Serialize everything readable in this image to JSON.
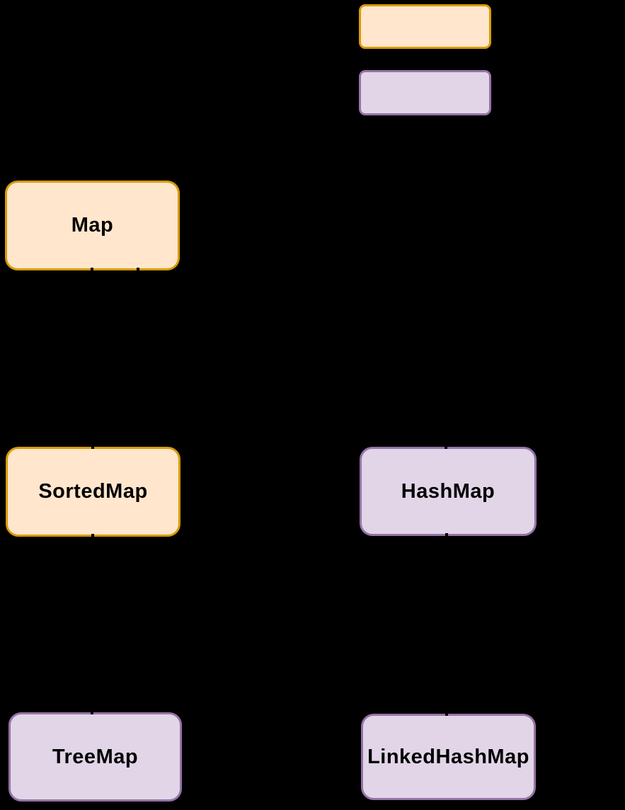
{
  "background_color": "#000000",
  "palette": {
    "interface_fill": "#FFE6CC",
    "interface_stroke": "#D79B00",
    "class_fill": "#E1D5E7",
    "class_stroke": "#9673A6",
    "label_color": "#000000"
  },
  "legend": {
    "swatches": [
      {
        "kind": "interface",
        "fill": "#FFE6CC",
        "stroke": "#D79B00",
        "label": ""
      },
      {
        "kind": "class",
        "fill": "#E1D5E7",
        "stroke": "#9673A6",
        "label": ""
      }
    ]
  },
  "nodes": [
    {
      "id": "map",
      "label": "Map",
      "kind": "interface"
    },
    {
      "id": "sorted-map",
      "label": "SortedMap",
      "kind": "interface"
    },
    {
      "id": "hash-map",
      "label": "HashMap",
      "kind": "class"
    },
    {
      "id": "tree-map",
      "label": "TreeMap",
      "kind": "class"
    },
    {
      "id": "linked-hash-map",
      "label": "LinkedHashMap",
      "kind": "class"
    }
  ]
}
